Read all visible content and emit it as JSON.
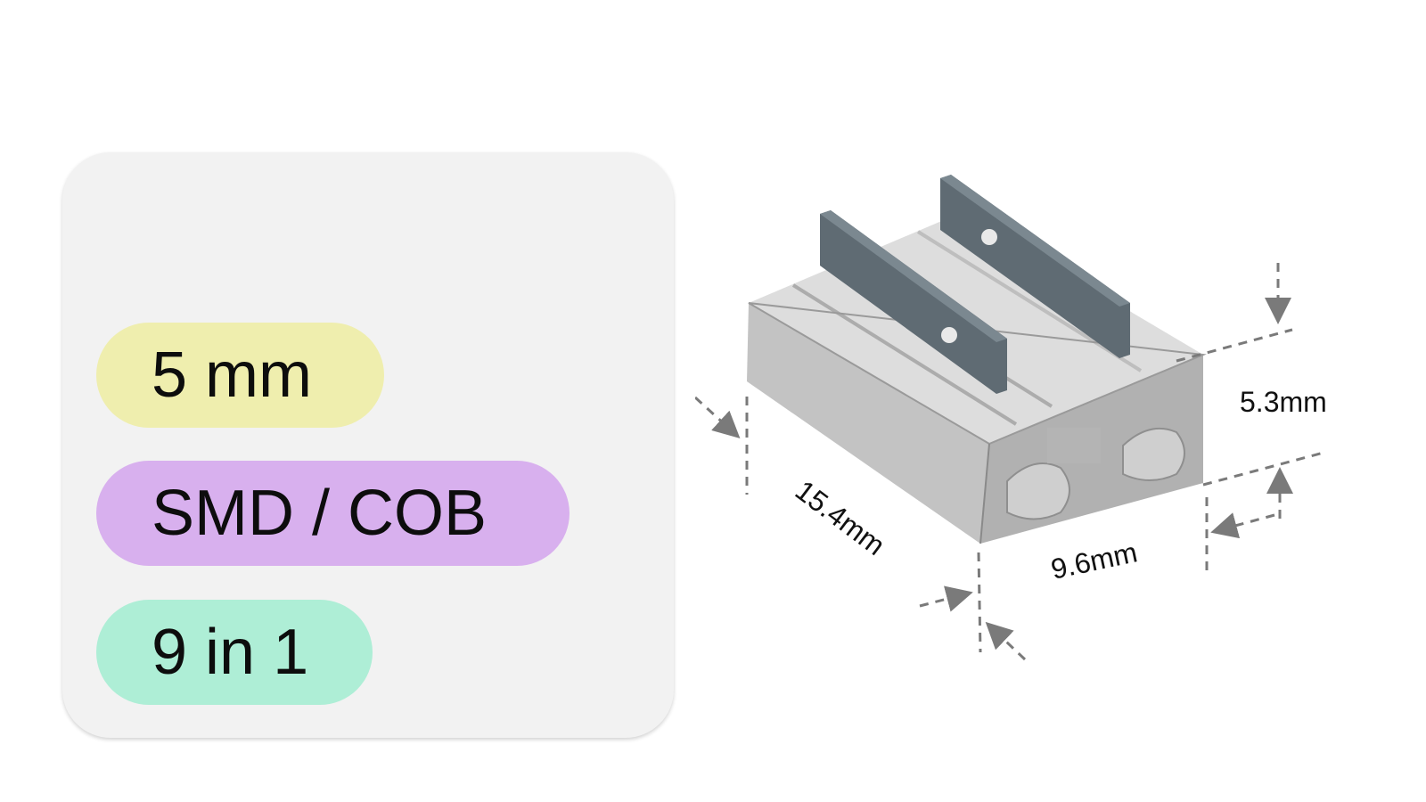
{
  "spec_card": {
    "pills": [
      {
        "text": "5 mm",
        "color": "#efeeae"
      },
      {
        "text": "SMD / COB",
        "color": "#d8b0ee"
      },
      {
        "text": "9 in 1",
        "color": "#aeeed6"
      }
    ]
  },
  "dimensions": {
    "length": "15.4mm",
    "width": "9.6mm",
    "height": "5.3mm"
  },
  "colors": {
    "card_background": "#f2f2f2",
    "housing": "#c8c8c8",
    "contacts": "#5f6b73",
    "dimension_lines": "#7a7a7a"
  }
}
